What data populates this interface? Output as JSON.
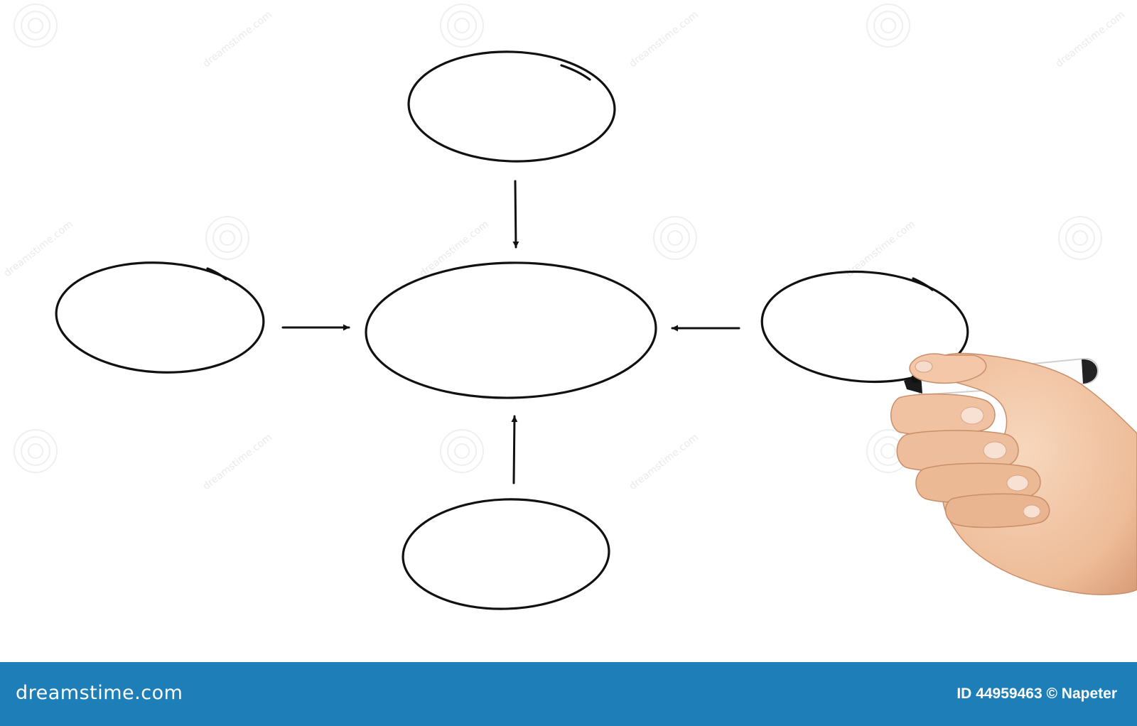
{
  "image": {
    "description_free": true,
    "colors": {
      "background": "#ffffff",
      "ink": "#111111",
      "footer": "#1e7fb8",
      "skin": "#f2c9a8"
    }
  },
  "diagram": {
    "nodes": [
      {
        "id": "top",
        "label": ""
      },
      {
        "id": "left",
        "label": ""
      },
      {
        "id": "center",
        "label": ""
      },
      {
        "id": "right",
        "label": ""
      },
      {
        "id": "bottom",
        "label": ""
      }
    ],
    "edges": [
      {
        "from": "top",
        "to": "center"
      },
      {
        "from": "left",
        "to": "center"
      },
      {
        "from": "right",
        "to": "center"
      },
      {
        "from": "bottom",
        "to": "center"
      }
    ]
  },
  "watermark": {
    "text": "dreamstime.com"
  },
  "footer": {
    "brand": "dreamstime.com",
    "id_label": "ID",
    "id_value": "44959463",
    "copyright_symbol": "©",
    "author": "Napeter"
  }
}
